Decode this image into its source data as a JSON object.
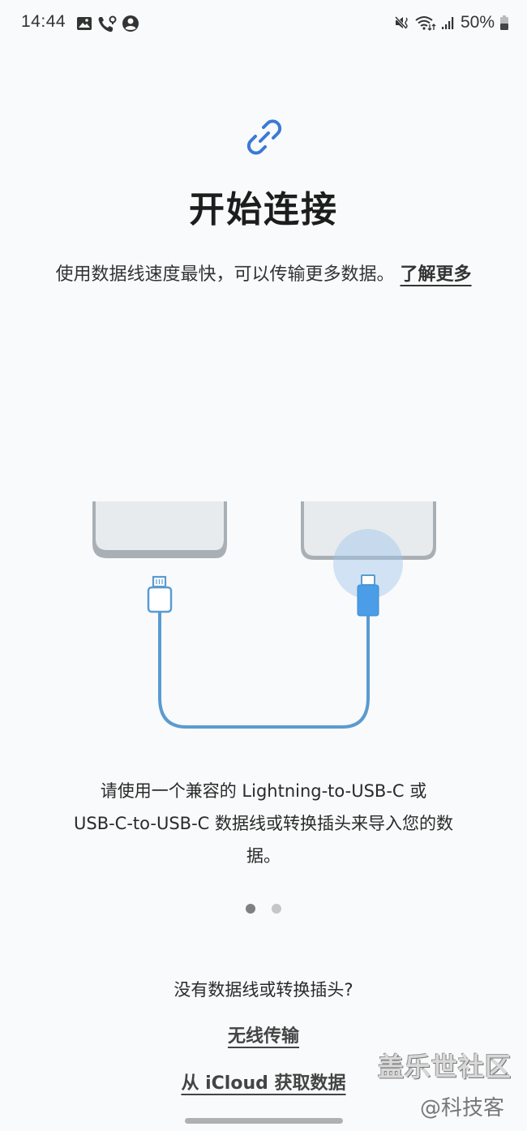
{
  "status_bar": {
    "time": "14:44",
    "left_icons": [
      "gallery-icon",
      "wifi-calling-icon",
      "account-icon"
    ],
    "right_icons": [
      "mute-vibrate-icon",
      "wifi-data-icon",
      "signal-icon",
      "battery-icon"
    ],
    "battery_percent": "50%"
  },
  "header": {
    "icon": "link-icon",
    "icon_color": "#3a7ad6",
    "title": "开始连接",
    "intro_text": "使用数据线速度最快，可以传输更多数据。",
    "learn_more_label": "了解更多"
  },
  "illustration": {
    "description": "Two phones connected by a Lightning-to-USB-C cable",
    "cable_color": "#5a9bd0",
    "highlight_color": "#4a9de6",
    "phone_color": "#e8ebee",
    "phone_border_color": "#a9b0b5"
  },
  "description": {
    "line1": "请使用一个兼容的 Lightning-to-USB-C 或",
    "line2": "USB-C-to-USB-C 数据线或转换插头来导入您的数",
    "line3": "据。"
  },
  "pager": {
    "pages": 2,
    "current": 1
  },
  "bottom": {
    "no_cable_question": "没有数据线或转换插头?",
    "wireless_label": "无线传输",
    "icloud_label": "从 iCloud 获取数据"
  },
  "watermark": {
    "line1": "盖乐世社区",
    "line2": "@科技客"
  }
}
